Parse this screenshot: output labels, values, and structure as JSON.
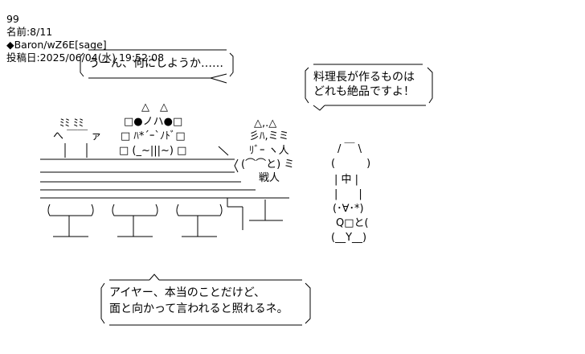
{
  "post_header": {
    "number": "99",
    "name_label": "名前:",
    "name_value": "8/11",
    "trip_marker": "◆",
    "trip": "Baron/wZ6E",
    "mail": "[sage]",
    "date_label": "投稿日:",
    "date": "2025/06/04(水) 19:52:08"
  },
  "bubbles": {
    "top_left": "うーん、何にしようか……",
    "top_right": [
      "料理長が作るものは",
      "どれも絶品ですよ！"
    ],
    "bottom": [
      "アイヤー、本当のことだけど、",
      "面と向かって言われると照れるネ。"
    ]
  },
  "art": {
    "steam": "ﾐﾐ ﾐﾐ",
    "pot": "へ ￣￣ ァ",
    "left_char": [
      "△　△",
      "□●ノハ●□",
      "□ ﾊ*´ｰ`ﾉﾄﾞ□",
      "□ (_~|||~) □"
    ],
    "right_char": [
      "△,.△",
      "彡ﾊ,ミミ",
      "ﾘﾞｰ ヽ人",
      "(⌒⌒と) ミ",
      "戦人"
    ],
    "chef": [
      "/ ￣ \\",
      "(　　　)",
      "| 中 |",
      "|　　|",
      "(･∀･*)",
      "Q□と(",
      "(__Y__)"
    ]
  }
}
